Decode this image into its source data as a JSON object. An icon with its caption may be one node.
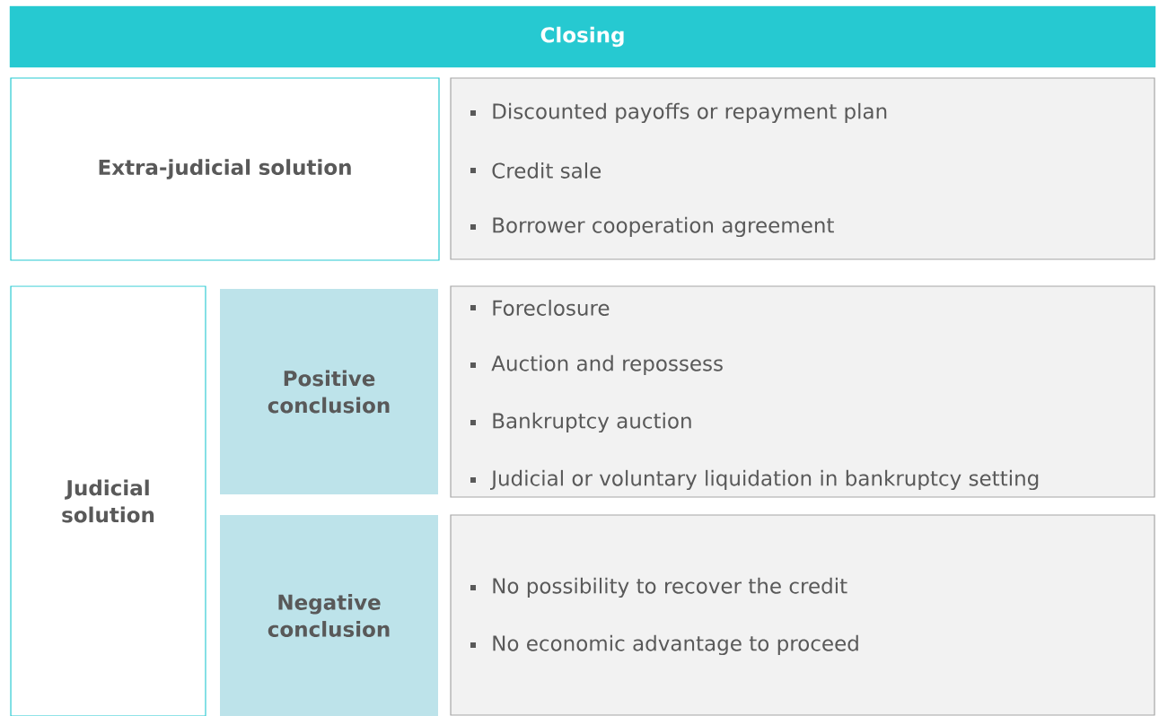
{
  "diagram": {
    "nodes": [
      {
        "text": [
          "Closing"
        ]
      },
      {
        "text": [
          "Extra-judicial solution"
        ]
      },
      {
        "text": [
          "Discounted payoffs or repayment plan",
          "Credit sale",
          "Borrower cooperation agreement"
        ]
      },
      {
        "text": [
          "Judicial solution"
        ]
      },
      {
        "text": [
          "Positive conclusion"
        ]
      },
      {
        "text": [
          "Foreclosure",
          "Auction and repossess",
          "Bankruptcy auction",
          "Judicial or voluntary liquidation in bankruptcy setting"
        ]
      },
      {
        "text": [
          "Negative conclusion"
        ]
      },
      {
        "text": [
          "No possibility to recover the credit",
          "No economic advantage to proceed"
        ]
      }
    ]
  }
}
